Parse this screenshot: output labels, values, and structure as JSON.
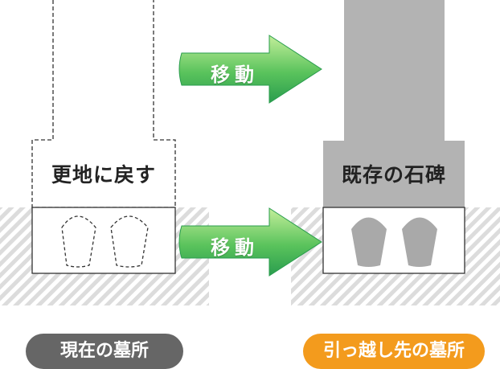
{
  "labels": {
    "left_stone": "更地に戻す",
    "right_stone": "既存の石碑",
    "arrow_top": "移動",
    "arrow_bottom": "移動",
    "current_site": "現在の墓所",
    "destination_site": "引っ越し先の墓所"
  },
  "colors": {
    "stone_gray": "#b3b3b3",
    "ground_hatch": "#dcdcdc",
    "arrow_green_light": "#c3ee9a",
    "arrow_green_dark": "#2a9d4e",
    "pill_current": "#666666",
    "pill_destination": "#f39b1d"
  },
  "icons": {
    "arrow": "green-right-arrow"
  }
}
